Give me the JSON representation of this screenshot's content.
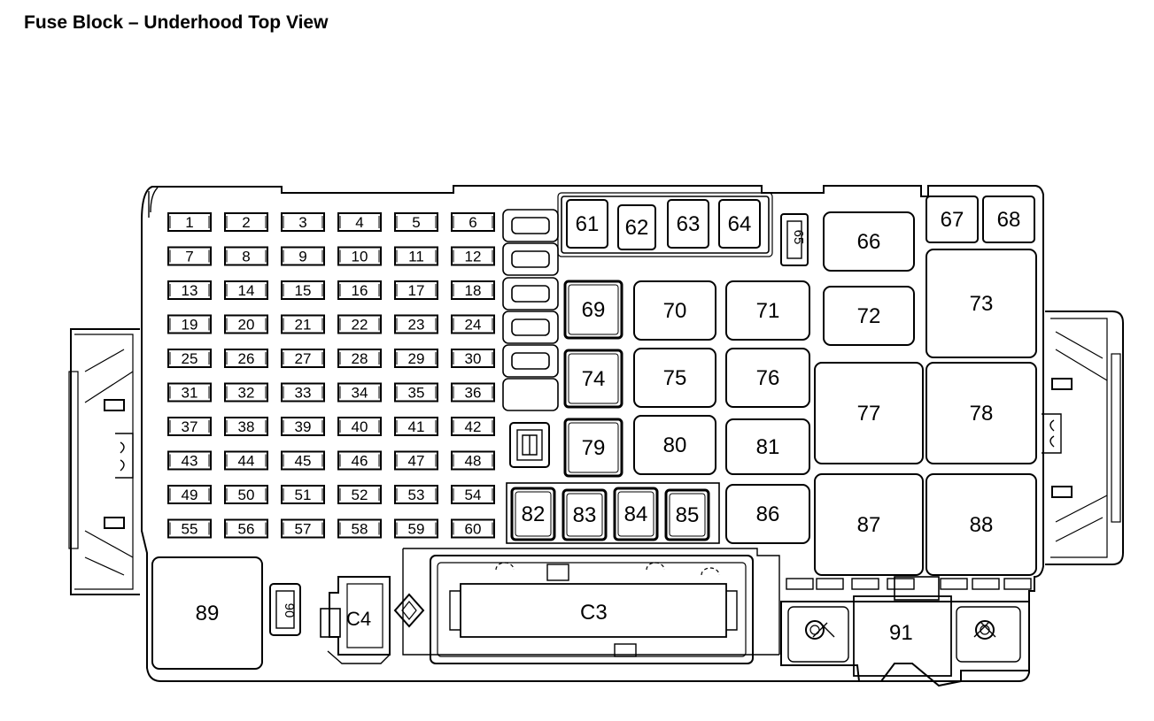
{
  "title": "Fuse Block – Underhood Top View",
  "mini_fuses": [
    "1",
    "2",
    "3",
    "4",
    "5",
    "6",
    "7",
    "8",
    "9",
    "10",
    "11",
    "12",
    "13",
    "14",
    "15",
    "16",
    "17",
    "18",
    "19",
    "20",
    "21",
    "22",
    "23",
    "24",
    "25",
    "26",
    "27",
    "28",
    "29",
    "30",
    "31",
    "32",
    "33",
    "34",
    "35",
    "36",
    "37",
    "38",
    "39",
    "40",
    "41",
    "42",
    "43",
    "44",
    "45",
    "46",
    "47",
    "48",
    "49",
    "50",
    "51",
    "52",
    "53",
    "54",
    "55",
    "56",
    "57",
    "58",
    "59",
    "60"
  ],
  "top_fuses": [
    "61",
    "62",
    "63",
    "64"
  ],
  "small_fuse_65": "65",
  "right_top_fuses": [
    "67",
    "68"
  ],
  "relays": {
    "r66": "66",
    "r69": "69",
    "r70": "70",
    "r71": "71",
    "r72": "72",
    "r73": "73",
    "r74": "74",
    "r75": "75",
    "r76": "76",
    "r77": "77",
    "r78": "78",
    "r79": "79",
    "r80": "80",
    "r81": "81",
    "r82": "82",
    "r83": "83",
    "r84": "84",
    "r85": "85",
    "r86": "86",
    "r87": "87",
    "r88": "88",
    "r89": "89"
  },
  "small_fuse_90": "90",
  "connectors": {
    "c3": "C3",
    "c4": "C4"
  },
  "stud": "91"
}
